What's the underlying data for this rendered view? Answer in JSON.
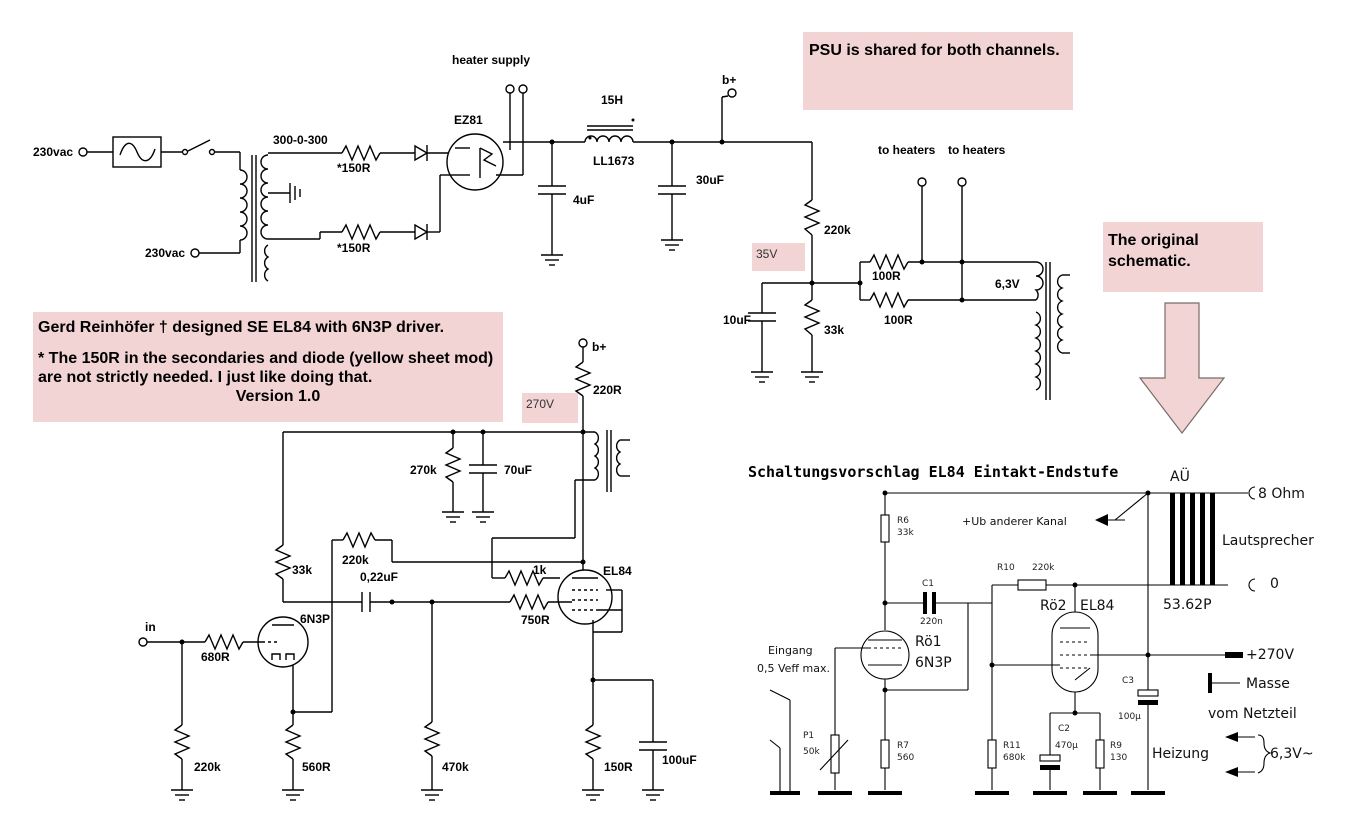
{
  "notes": {
    "psu": "PSU is shared for both channels.",
    "original": "The original schematic.",
    "main_title": "Gerd Reinhöfer † designed SE EL84 with 6N3P driver.",
    "main_body": "* The 150R in the secondaries and diode (yellow sheet mod) are not strictly needed. I just like doing that.",
    "main_version": "Version 1.0"
  },
  "tags": {
    "v35": "35V",
    "v270": "270V"
  },
  "psu": {
    "mains_top": "230vac",
    "mains_bottom": "230vac",
    "transformer": "300-0-300",
    "r_series_top": "*150R",
    "r_series_bottom": "*150R",
    "rectifier": "EZ81",
    "heater_supply": "heater supply",
    "choke_value": "15H",
    "choke_name": "LL1673",
    "c_first": "4uF",
    "c_second": "30uF",
    "bplus": "b+",
    "to_heaters_1": "to heaters",
    "to_heaters_2": "to heaters",
    "r_divider_top": "220k",
    "r_divider_bottom": "33k",
    "c_divider": "10uF",
    "r_hum_1": "100R",
    "r_hum_2": "100R",
    "heater_voltage": "6,3V"
  },
  "amp": {
    "bplus": "b+",
    "r_supply": "220R",
    "r_bleed": "270k",
    "c_reservoir": "70uF",
    "r_anode_driver": "33k",
    "r_feedback": "220k",
    "c_coupling": "0,22uF",
    "r_screen": "1k",
    "output_tube": "EL84",
    "r_grid_stop": "750R",
    "input": "in",
    "r_input": "680R",
    "driver_tube": "6N3P",
    "r_input_ground": "220k",
    "r_cathode_driver": "560R",
    "r_grid_leak": "470k",
    "r_cathode_output": "150R",
    "c_cathode_output": "100uF"
  },
  "original": {
    "title": "Schaltungsvorschlag EL84 Eintakt-Endstufe",
    "transformer_label": "AÜ",
    "transformer_type": "53.62P",
    "speaker_8ohm": "8 Ohm",
    "speaker_0": "0",
    "speaker": "Lautsprecher",
    "ub_other": "+Ub anderer Kanal",
    "r6": "R6",
    "r6_val": "33k",
    "r10": "R10",
    "r10_val": "220k",
    "c1": "C1",
    "c1_val": "220n",
    "ro2": "Rö2",
    "el84": "EL84",
    "ro1": "Rö1",
    "n3p": "6N3P",
    "input_label": "Eingang",
    "input_level": "0,5 Veff max.",
    "p1": "P1",
    "p1_val": "50k",
    "r7": "R7",
    "r7_val": "560",
    "r11": "R11",
    "r11_val": "680k",
    "c2": "C2",
    "c2_val": "470µ",
    "r9": "R9",
    "r9_val": "130",
    "c3": "C3",
    "c3_val": "100µ",
    "plus270": "+270V",
    "masse": "Masse",
    "vom_netzteil": "vom Netzteil",
    "heizung": "Heizung",
    "heater_v": "6,3V~"
  }
}
